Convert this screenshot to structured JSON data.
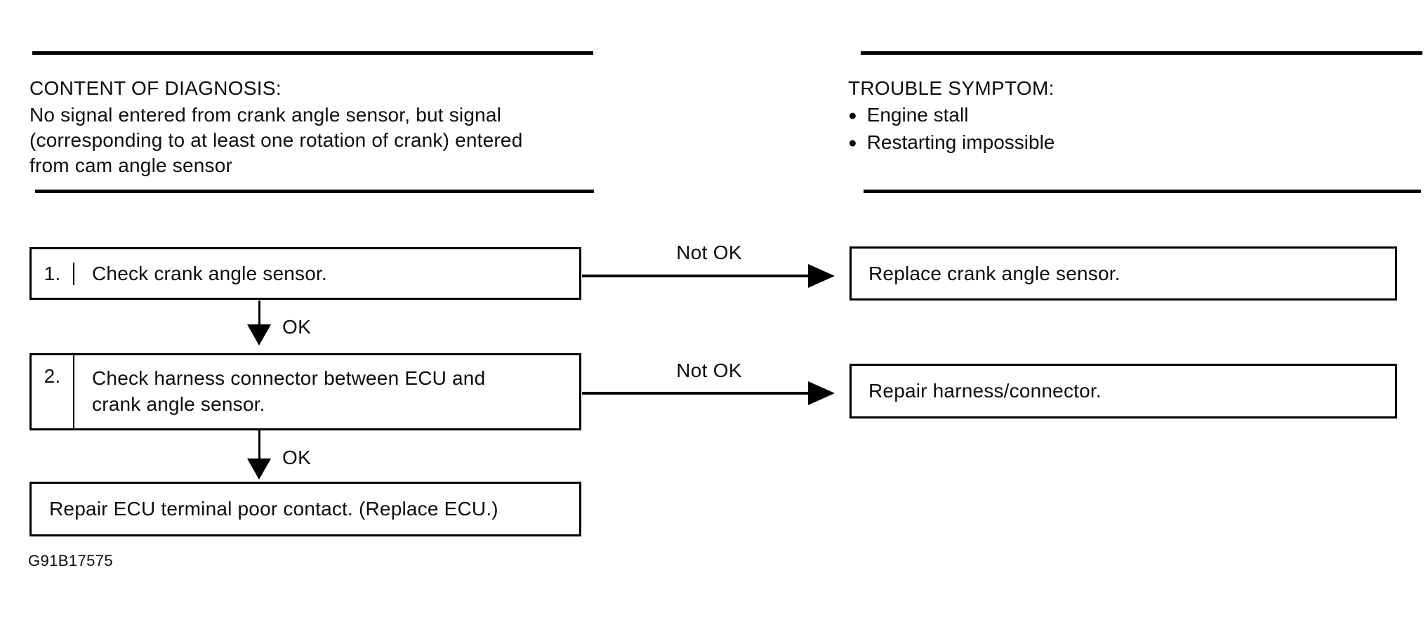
{
  "page": {
    "background_color": "#ffffff",
    "ink_color": "#000000"
  },
  "header": {
    "left": {
      "title": "CONTENT OF DIAGNOSIS:",
      "lines": [
        "No signal entered from crank angle sensor, but signal",
        "(corresponding to at least one rotation of crank) entered",
        "from cam angle sensor"
      ]
    },
    "right": {
      "title": "TROUBLE SYMPTOM:",
      "bullet_glyph": "●",
      "bullets": [
        "Engine stall",
        "Restarting impossible"
      ]
    }
  },
  "flowchart": {
    "steps": [
      {
        "number": "1.",
        "lines": [
          "Check crank angle sensor."
        ],
        "branch_label": "Not OK",
        "result": "Replace crank angle sensor.",
        "ok_label": "OK"
      },
      {
        "number": "2.",
        "lines": [
          "Check harness connector between ECU and",
          "crank angle sensor."
        ],
        "branch_label": "Not OK",
        "result": "Repair harness/connector.",
        "ok_label": "OK"
      }
    ],
    "final": "Repair ECU terminal poor contact. (Replace ECU.)"
  },
  "footer": {
    "figure_code": "G91B17575"
  }
}
